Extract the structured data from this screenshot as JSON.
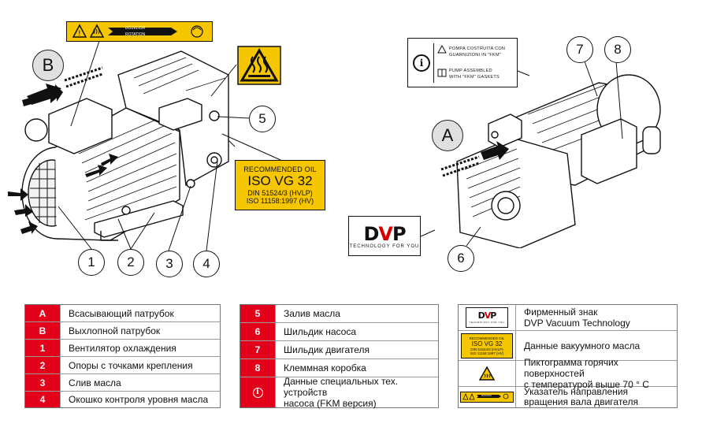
{
  "diagram": {
    "left_view_letter": "B",
    "right_view_letter": "A",
    "callouts_left": [
      "1",
      "2",
      "3",
      "4",
      "5"
    ],
    "callouts_right": [
      "7",
      "8",
      "6"
    ],
    "rotation_label_top": "ROTATION",
    "rotation_label_bottom": "ROTATION",
    "oil_label": {
      "line1": "RECOMMENDED OIL",
      "line2": "ISO VG 32",
      "line3": "DIN 51524/3 (HVLP)",
      "line4": "ISO 11158:1997 (HV)"
    },
    "info_label": {
      "line1": "POMPA COSTRUITA CON",
      "line2": "GUARNIZIONI IN \"FKM\"",
      "line3": "PUMP ASSEMBLED",
      "line4": "WITH \"FKM\" GASKETS"
    },
    "dvp_logo": {
      "d": "D",
      "v": "V",
      "p": "P",
      "tagline": "TECHNOLOGY FOR YOU"
    }
  },
  "legend_left": [
    {
      "key": "A",
      "text": "Всасывающий патрубок"
    },
    {
      "key": "B",
      "text": "Выхлопной патрубок"
    },
    {
      "key": "1",
      "text": "Вентилятор охлаждения"
    },
    {
      "key": "2",
      "text": "Опоры с точками крепления"
    },
    {
      "key": "3",
      "text": "Слив масла"
    },
    {
      "key": "4",
      "text": "Окошко контроля уровня масла"
    }
  ],
  "legend_middle": [
    {
      "key": "5",
      "text": "Залив масла"
    },
    {
      "key": "6",
      "text": "Шильдик насоса"
    },
    {
      "key": "7",
      "text": "Шильдик двигателя"
    },
    {
      "key": "8",
      "text": "Клеммная коробка"
    },
    {
      "key": "info",
      "text_line1": "Данные специальных тех. устройств",
      "text_line2": "насоса (FKM версия)"
    }
  ],
  "legend_right": [
    {
      "symbol": "dvp-logo",
      "text_line1": "Фирменный знак",
      "text_line2": "DVP Vacuum Technology"
    },
    {
      "symbol": "oil-label",
      "text_line1": "Данные вакуумного масла"
    },
    {
      "symbol": "hot-surface-icon",
      "text_line1": "Пиктограмма горячих поверхностей",
      "text_line2": "с температурой выше 70 ° C"
    },
    {
      "symbol": "rotation-label",
      "text_line1": "Указатель направления",
      "text_line2": "вращения вала двигателя"
    }
  ],
  "mini_oil_label": {
    "line1": "RECOMMENDED OIL",
    "line2": "ISO VG 32",
    "line3": "DIN 51524/3 (HVLP)",
    "line4": "ISO 11158:1997 (HV)"
  },
  "mini_rotation": "ROTATION",
  "colors": {
    "legend_key_red": "#e2001a",
    "warning_yellow": "#f6c600",
    "dvp_red": "#d40000"
  }
}
